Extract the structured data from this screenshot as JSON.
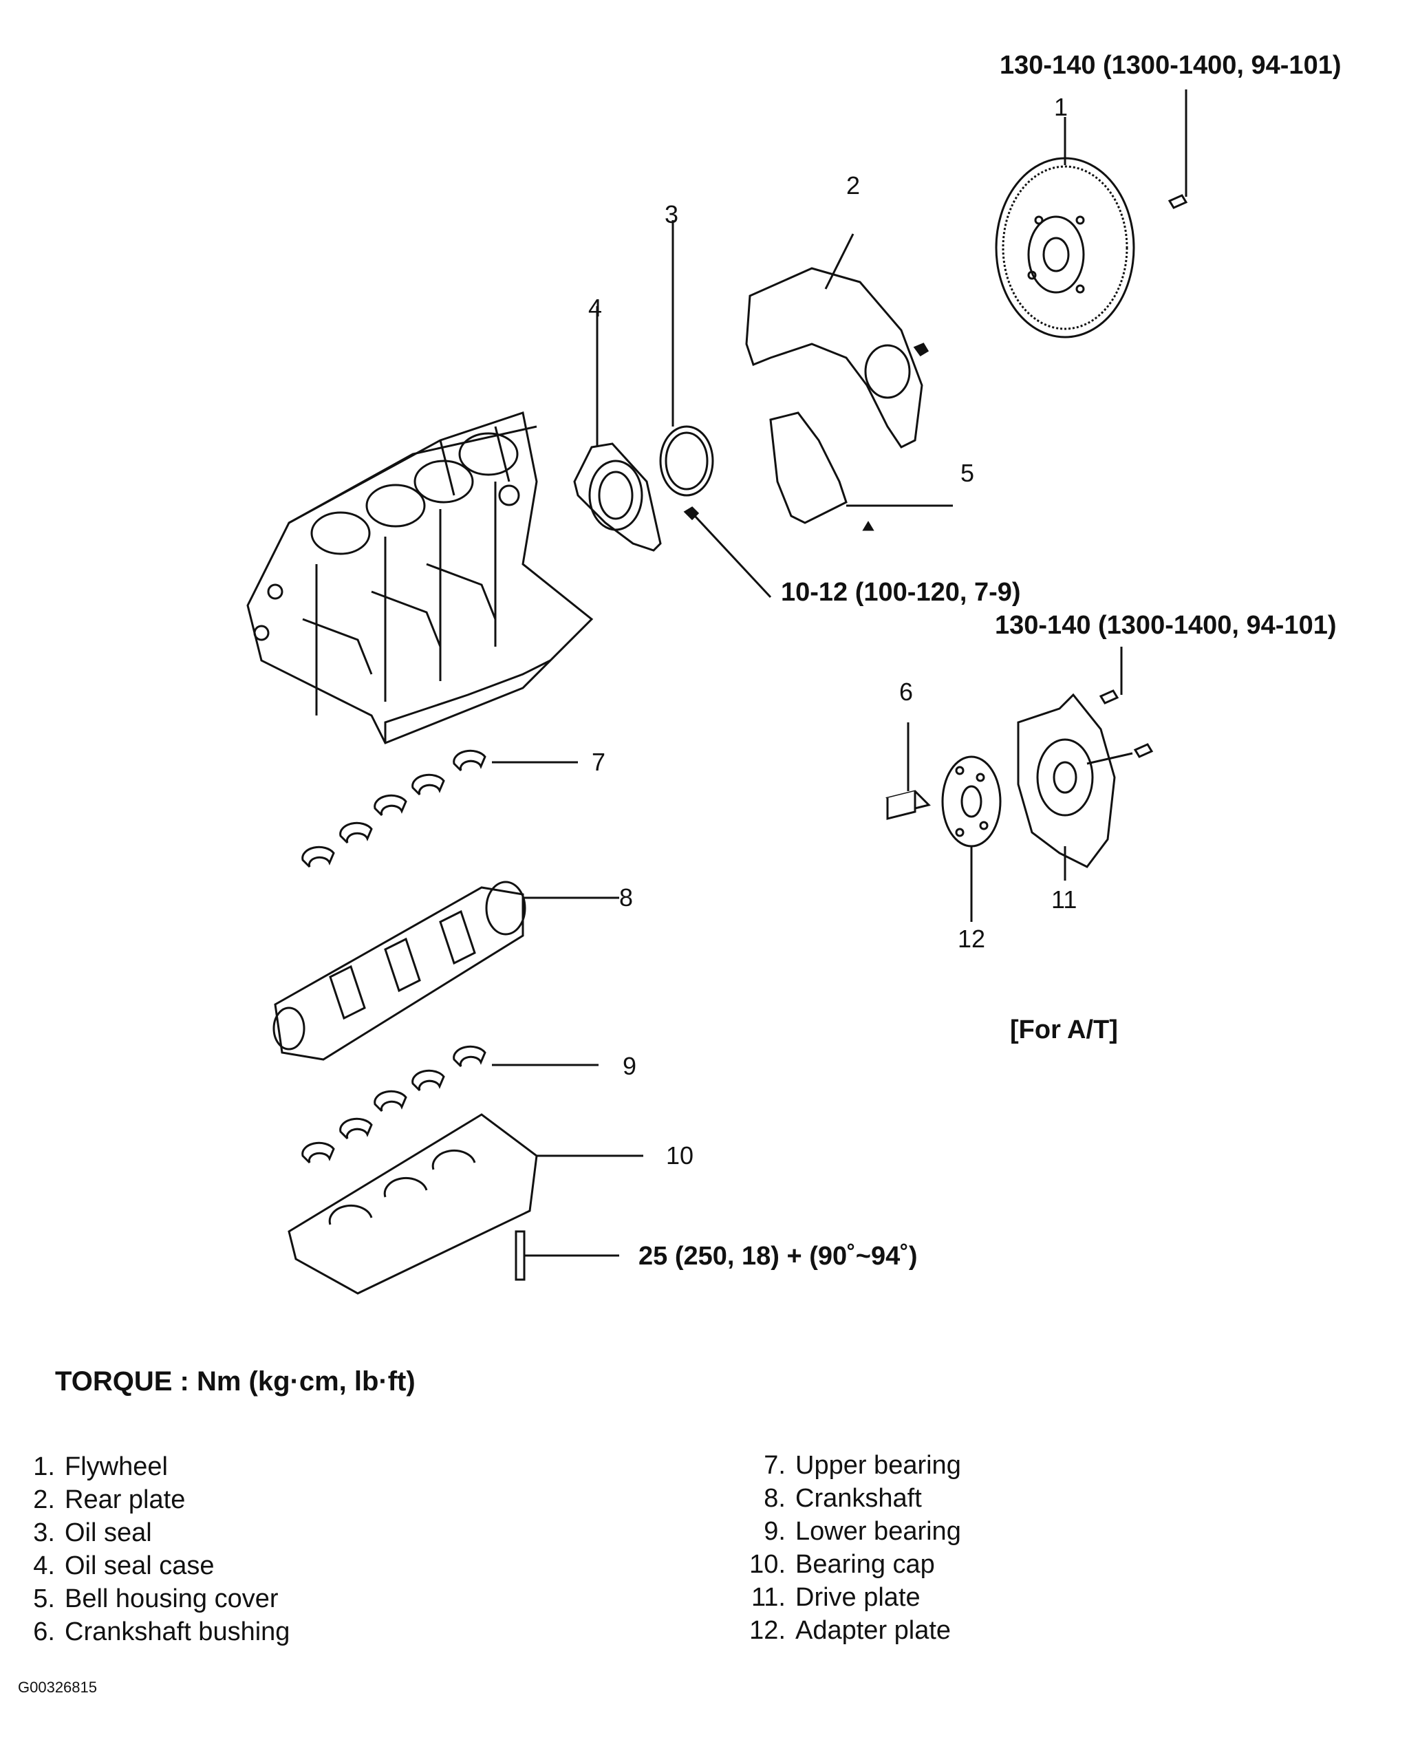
{
  "callouts": {
    "c1": "1",
    "c2": "2",
    "c3": "3",
    "c4": "4",
    "c5": "5",
    "c6": "6",
    "c7": "7",
    "c8": "8",
    "c9": "9",
    "c10": "10",
    "c11": "11",
    "c12": "12"
  },
  "torques": {
    "flywheel_bolt": "130-140 (1300-1400, 94-101)",
    "seal_case_bolt": "10-12 (100-120, 7-9)",
    "drive_plate_bolt": "130-140 (1300-1400, 94-101)",
    "bearing_cap_bolt": "25 (250, 18) + (90˚~94˚)"
  },
  "at_note": "[For A/T]",
  "torque_heading": "TORQUE : Nm (kg·cm, lb·ft)",
  "legend": {
    "left": [
      {
        "num": "1.",
        "label": "Flywheel"
      },
      {
        "num": "2.",
        "label": "Rear plate"
      },
      {
        "num": "3.",
        "label": "Oil seal"
      },
      {
        "num": "4.",
        "label": "Oil seal case"
      },
      {
        "num": "5.",
        "label": "Bell housing cover"
      },
      {
        "num": "6.",
        "label": "Crankshaft bushing"
      }
    ],
    "right": [
      {
        "num": "7.",
        "label": "Upper bearing"
      },
      {
        "num": "8.",
        "label": "Crankshaft"
      },
      {
        "num": "9.",
        "label": "Lower bearing"
      },
      {
        "num": "10.",
        "label": "Bearing cap"
      },
      {
        "num": "11.",
        "label": "Drive plate"
      },
      {
        "num": "12.",
        "label": "Adapter plate"
      }
    ]
  },
  "figure_code": "G00326815"
}
